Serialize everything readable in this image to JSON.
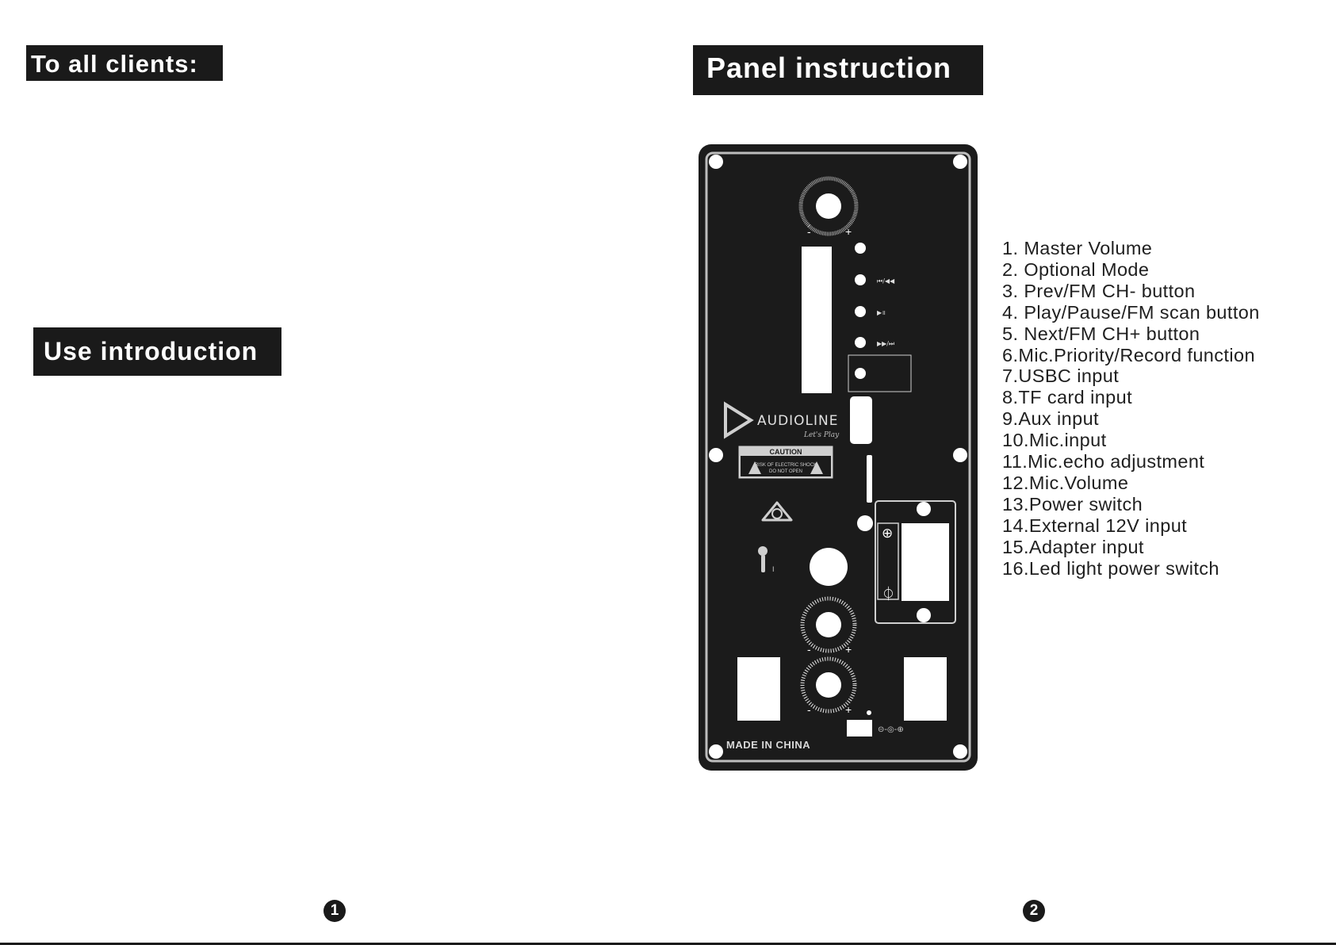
{
  "headings": {
    "to_all_clients": "To all clients:",
    "use_introduction": "Use introduction",
    "panel_instruction": "Panel instruction"
  },
  "page_numbers": [
    "1",
    "2"
  ],
  "panel": {
    "brand": "AUDIOLINE",
    "tagline": "Let's Play",
    "caution_title": "CAUTION",
    "caution_line1": "RISK OF ELECTRIC SHOCK",
    "caution_line2": "DO NOT OPEN",
    "made_in": "MADE IN CHINA",
    "knob_minus": "-",
    "knob_plus": "+",
    "btn_prev_label": "⏮/◀◀",
    "btn_play_label": "▶॥",
    "btn_next_label": "▶▶/⏭",
    "mic_channel": "I",
    "power_on": "⊕",
    "power_off": "⏀",
    "dc_symbol": "⊝-◎-⊕"
  },
  "legend": [
    "1. Master Volume",
    "2. Optional Mode",
    "3. Prev/FM CH- button",
    "4. Play/Pause/FM scan button",
    "5. Next/FM CH+ button",
    "6.Mic.Priority/Record function",
    "7.USBC input",
    "8.TF card input",
    "9.Aux input",
    "10.Mic.input",
    "11.Mic.echo adjustment",
    "12.Mic.Volume",
    "13.Power switch",
    "14.External 12V input",
    "15.Adapter input",
    "16.Led light power switch"
  ]
}
